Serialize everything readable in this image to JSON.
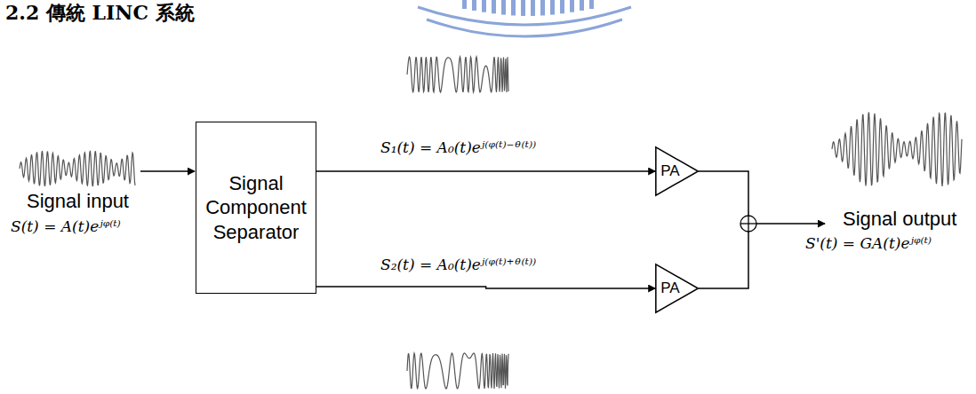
{
  "diagram": {
    "title": "2.2 傳統 LINC 系統",
    "nodes": [
      {
        "text": [
          "Signal Component Separator"
        ]
      },
      {
        "text": [
          "PA"
        ]
      },
      {
        "text": [
          "PA"
        ]
      }
    ],
    "edges": [
      {
        "from": 0,
        "to": 1,
        "arrow": "to",
        "label": "S₁(t) = A₀(t)eʲ⁽ᵠ⁽ᵗ⁾⁻ᶿ⁽ᵗ⁾⁾"
      },
      {
        "from": 0,
        "to": 2,
        "arrow": "to",
        "label": "S₂(t) = A₀(t)eʲ⁽ᵠ⁽ᵗ⁾⁺ᶿ⁽ᵗ⁾⁾"
      }
    ],
    "labels": [
      "Signal input",
      "S(t) = A(t)eʲᵠ⁽ᵗ⁾",
      "Signal output",
      "S'(t) = GA(t)eʲᵠ⁽ᵗ⁾"
    ]
  }
}
